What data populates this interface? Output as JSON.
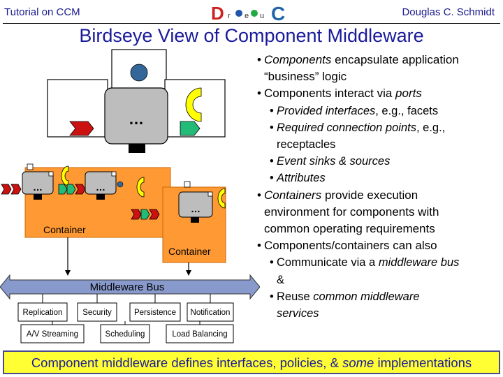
{
  "header": {
    "left": "Tutorial on CCM",
    "right": "Douglas C. Schmidt",
    "logo_letters": [
      "D",
      "r",
      "e",
      "u",
      "C"
    ]
  },
  "title": "Birdseye View of Component Middleware",
  "diagram": {
    "component_ellipsis": "…",
    "container_left_label": "Container",
    "container_right_label": "Container",
    "bus_label": "Middleware Bus",
    "services_row1": [
      "Replication",
      "Security",
      "Persistence",
      "Notification"
    ],
    "services_row2": [
      "A/V Streaming",
      "Scheduling",
      "Load Balancing"
    ],
    "colors": {
      "container": "#ff9933",
      "bus": "#8899cc",
      "facet": "#ffff00",
      "receptacle": "#cc1111",
      "event_sink": "#22bb77",
      "attribute": "#336699",
      "component_body": "#bdbdbd"
    }
  },
  "bullets": [
    {
      "level": 1,
      "parts": [
        {
          "t": "Components",
          "i": true
        },
        {
          "t": " encapsulate application",
          "i": false
        }
      ],
      "cont": "“business” logic"
    },
    {
      "level": 1,
      "parts": [
        {
          "t": "Components interact via ",
          "i": false
        },
        {
          "t": "ports",
          "i": true
        }
      ]
    },
    {
      "level": 2,
      "parts": [
        {
          "t": "Provided interfaces",
          "i": true
        },
        {
          "t": ", e.g., facets",
          "i": false
        }
      ]
    },
    {
      "level": 2,
      "parts": [
        {
          "t": "Required connection points",
          "i": true
        },
        {
          "t": ", e.g.,",
          "i": false
        }
      ],
      "cont": "receptacles"
    },
    {
      "level": 2,
      "parts": [
        {
          "t": "Event sinks & sources",
          "i": true
        }
      ]
    },
    {
      "level": 2,
      "parts": [
        {
          "t": "Attributes",
          "i": true
        }
      ]
    },
    {
      "level": 1,
      "parts": [
        {
          "t": "Containers",
          "i": true
        },
        {
          "t": " provide execution",
          "i": false
        }
      ],
      "cont": "environment for components with"
    },
    {
      "level": 1,
      "extra_cont": "common operating requirements"
    },
    {
      "level": 1,
      "parts": [
        {
          "t": "Components/containers can also",
          "i": false
        }
      ]
    },
    {
      "level": 2,
      "parts": [
        {
          "t": "Communicate via a ",
          "i": false
        },
        {
          "t": "middleware bus",
          "i": true
        }
      ],
      "cont": "&"
    },
    {
      "level": 2,
      "parts": [
        {
          "t": "Reuse ",
          "i": false
        },
        {
          "t": "common middleware",
          "i": true
        }
      ],
      "cont_i": "services"
    }
  ],
  "footer": {
    "parts": [
      {
        "t": "Component middleware defines interfaces, policies, & ",
        "i": false
      },
      {
        "t": "some",
        "i": true
      },
      {
        "t": " implementations",
        "i": false
      }
    ]
  }
}
